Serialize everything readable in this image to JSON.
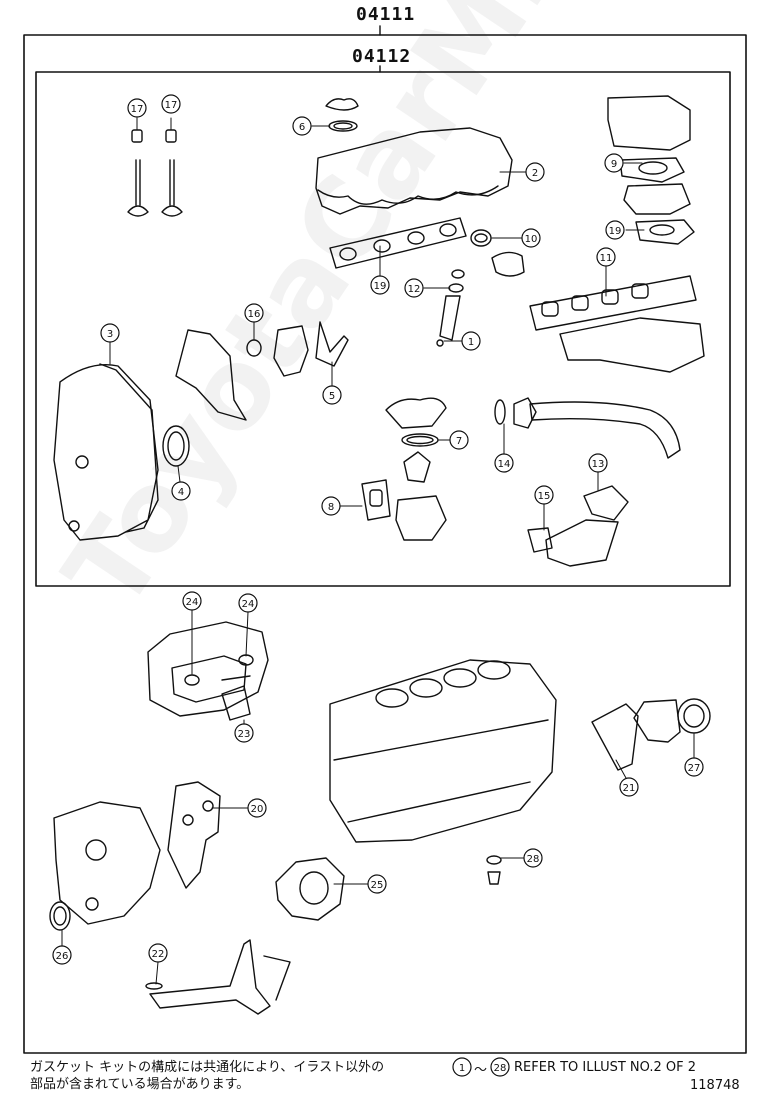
{
  "header": {
    "outer_code": "04111",
    "inner_code": "04112"
  },
  "watermark": "ToyotaCarMine.ru",
  "callouts": [
    {
      "id": "c17a",
      "label": "17"
    },
    {
      "id": "c17b",
      "label": "17"
    },
    {
      "id": "c6",
      "label": "6"
    },
    {
      "id": "c2",
      "label": "2"
    },
    {
      "id": "c9",
      "label": "9"
    },
    {
      "id": "c19a",
      "label": "19"
    },
    {
      "id": "c10",
      "label": "10"
    },
    {
      "id": "c19b",
      "label": "19"
    },
    {
      "id": "c11",
      "label": "11"
    },
    {
      "id": "c12",
      "label": "12"
    },
    {
      "id": "c1",
      "label": "1"
    },
    {
      "id": "c16",
      "label": "16"
    },
    {
      "id": "c3",
      "label": "3"
    },
    {
      "id": "c5",
      "label": "5"
    },
    {
      "id": "c4",
      "label": "4"
    },
    {
      "id": "c7",
      "label": "7"
    },
    {
      "id": "c14",
      "label": "14"
    },
    {
      "id": "c13",
      "label": "13"
    },
    {
      "id": "c8",
      "label": "8"
    },
    {
      "id": "c15",
      "label": "15"
    },
    {
      "id": "c24a",
      "label": "24"
    },
    {
      "id": "c24b",
      "label": "24"
    },
    {
      "id": "c23",
      "label": "23"
    },
    {
      "id": "c21",
      "label": "21"
    },
    {
      "id": "c27",
      "label": "27"
    },
    {
      "id": "c20",
      "label": "20"
    },
    {
      "id": "c28",
      "label": "28"
    },
    {
      "id": "c25",
      "label": "25"
    },
    {
      "id": "c26",
      "label": "26"
    },
    {
      "id": "c22",
      "label": "22"
    }
  ],
  "footer": {
    "note_line1": "ガスケット キットの構成には共通化により、イラスト以外の",
    "note_line2": "部品が含まれている場合があります。",
    "ref_start": "1",
    "ref_tilde": "～",
    "ref_end": "28",
    "ref_text": "REFER TO ILLUST NO.2 OF 2",
    "illust_no": "118748"
  }
}
